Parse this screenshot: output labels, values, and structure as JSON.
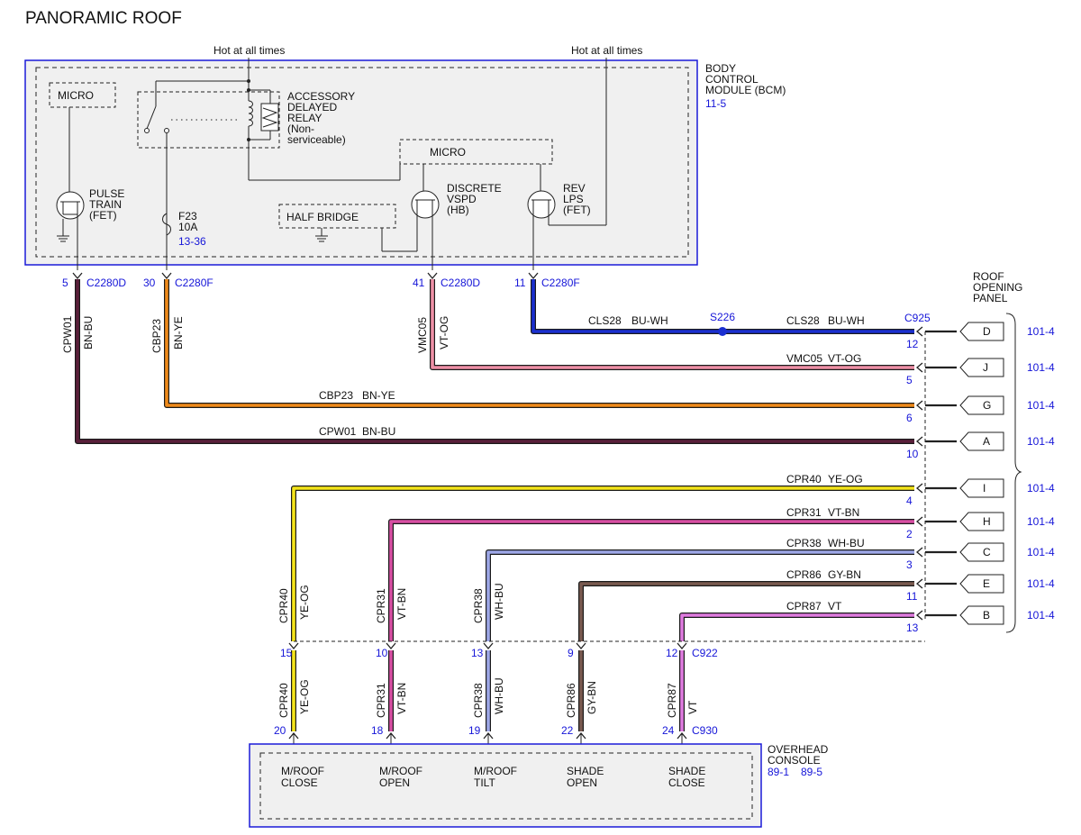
{
  "title": "PANORAMIC ROOF",
  "colors": {
    "bu_wh": "#1a2fd0",
    "vt_og": "#ee8fa6",
    "bn_ye": "#ef8a1a",
    "bn_bu": "#5a1f3a",
    "ye_og": "#f5e51a",
    "vt_bn": "#d84ea3",
    "wh_bu": "#9ea8e8",
    "gy_bn": "#7a5a50",
    "vt": "#e07be0",
    "link_blue": "#1515d8",
    "module_border": "#1a1ad8",
    "module_fill": "#f0f0f0"
  },
  "bcm": {
    "name": "BODY\nCONTROL\nMODULE (BCM)",
    "ref": "11-5",
    "hot1": "Hot at all times",
    "hot2": "Hot at all times",
    "micro_left": "MICRO",
    "micro_center": "MICRO",
    "relay": "ACCESSORY\nDELAYED\nRELAY\n(Non-\nserviceable)",
    "pulse": "PULSE\nTRAIN\n(FET)",
    "fuse": "F23\n10A",
    "fuse_ref": "13-36",
    "half_bridge": "HALF BRIDGE",
    "vspd": "DISCRETE\nVSPD\n(HB)",
    "rev": "REV\nLPS\n(FET)"
  },
  "bcm_pins": [
    {
      "pin": "5",
      "conn": "C2280D"
    },
    {
      "pin": "30",
      "conn": "C2280F"
    },
    {
      "pin": "41",
      "conn": "C2280D"
    },
    {
      "pin": "11",
      "conn": "C2280F"
    }
  ],
  "vertical_wires": [
    {
      "circuit": "CPW01",
      "color": "BN-BU"
    },
    {
      "circuit": "CBP23",
      "color": "BN-YE"
    },
    {
      "circuit": "VMC05",
      "color": "VT-OG"
    }
  ],
  "splice": {
    "id": "S226"
  },
  "panel": {
    "name": "ROOF\nOPENING\nPANEL",
    "conn": "C925",
    "wires": [
      {
        "circuit": "CLS28",
        "color": "BU-WH",
        "pin": "12",
        "letter": "D",
        "ref": "101-4"
      },
      {
        "circuit": "VMC05",
        "color": "VT-OG",
        "pin": "5",
        "letter": "J",
        "ref": "101-4"
      },
      {
        "circuit": "CBP23",
        "color": "BN-YE",
        "pin": "6",
        "letter": "G",
        "ref": "101-4"
      },
      {
        "circuit": "CPW01",
        "color": "BN-BU",
        "pin": "10",
        "letter": "A",
        "ref": "101-4"
      },
      {
        "circuit": "CPR40",
        "color": "YE-OG",
        "pin": "4",
        "letter": "I",
        "ref": "101-4"
      },
      {
        "circuit": "CPR31",
        "color": "VT-BN",
        "pin": "2",
        "letter": "H",
        "ref": "101-4"
      },
      {
        "circuit": "CPR38",
        "color": "WH-BU",
        "pin": "3",
        "letter": "C",
        "ref": "101-4"
      },
      {
        "circuit": "CPR86",
        "color": "GY-BN",
        "pin": "11",
        "letter": "E",
        "ref": "101-4"
      },
      {
        "circuit": "CPR87",
        "color": "VT",
        "pin": "13",
        "letter": "B",
        "ref": "101-4"
      }
    ]
  },
  "c922": {
    "conn": "C922",
    "pins": [
      "15",
      "10",
      "13",
      "9",
      "12"
    ],
    "upper_labels": [
      {
        "circuit": "CPR40",
        "color": "YE-OG"
      },
      {
        "circuit": "CPR31",
        "color": "VT-BN"
      },
      {
        "circuit": "CPR38",
        "color": "WH-BU"
      }
    ]
  },
  "c930": {
    "conn": "C930",
    "pins": [
      "20",
      "18",
      "19",
      "22",
      "24"
    ],
    "labels": [
      {
        "circuit": "CPR40",
        "color": "YE-OG"
      },
      {
        "circuit": "CPR31",
        "color": "VT-BN"
      },
      {
        "circuit": "CPR38",
        "color": "WH-BU"
      },
      {
        "circuit": "CPR86",
        "color": "GY-BN"
      },
      {
        "circuit": "CPR87",
        "color": "VT"
      }
    ]
  },
  "console": {
    "name": "OVERHEAD\nCONSOLE",
    "ref1": "89-1",
    "ref2": "89-5",
    "switches": [
      "M/ROOF\nCLOSE",
      "M/ROOF\nOPEN",
      "M/ROOF\nTILT",
      "SHADE\nOPEN",
      "SHADE\nCLOSE"
    ]
  }
}
